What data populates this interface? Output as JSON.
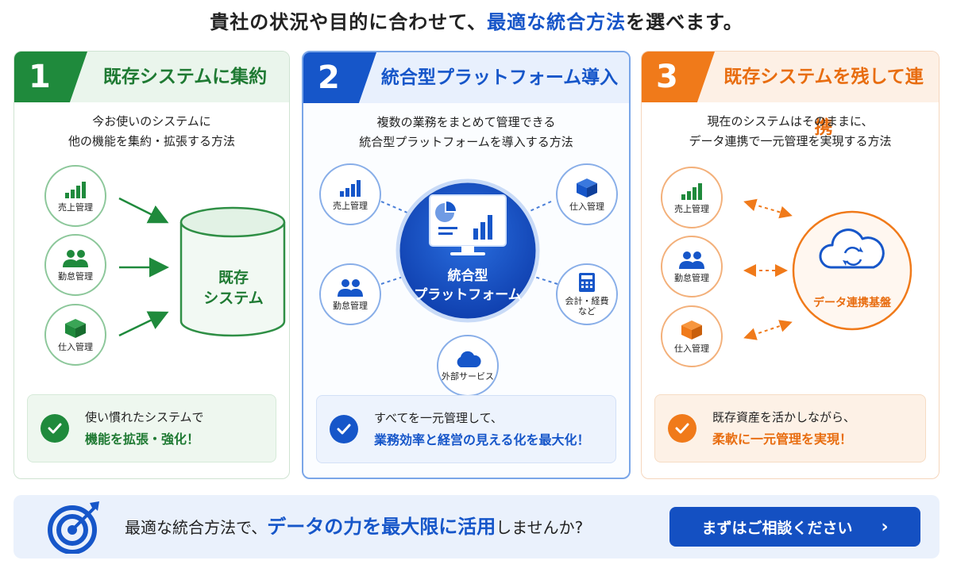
{
  "header": {
    "prefix": "貴社の状況や目的に合わせて、",
    "highlight": "最適な統合方法",
    "suffix": "を選べます。"
  },
  "colors": {
    "green": "#1f8a3c",
    "blue": "#1656c9",
    "orange": "#f07a1a"
  },
  "cards": [
    {
      "number": "1",
      "title": "既存システムに集約",
      "desc_line1": "今お使いのシステムに",
      "desc_line2": "他の機能を集約・拡張する方法",
      "nodes": [
        {
          "label": "売上管理",
          "icon": "bar-chart-icon"
        },
        {
          "label": "勤怠管理",
          "icon": "people-icon"
        },
        {
          "label": "仕入管理",
          "icon": "box-icon"
        }
      ],
      "target_line1": "既存",
      "target_line2": "システム",
      "footer_line1": "使い慣れたシステムで",
      "footer_line2": "機能を拡張・強化！"
    },
    {
      "number": "2",
      "title": "統合型プラットフォーム導入",
      "desc_line1": "複数の業務をまとめて管理できる",
      "desc_line2": "統合型プラットフォームを導入する方法",
      "nodes": [
        {
          "label": "売上管理",
          "icon": "bar-chart-icon"
        },
        {
          "label": "仕入管理",
          "icon": "box-icon"
        },
        {
          "label": "勤怠管理",
          "icon": "people-icon"
        },
        {
          "label": "会計・経費",
          "label2": "など",
          "icon": "calculator-icon"
        },
        {
          "label": "外部サービス",
          "icon": "cloud-icon"
        }
      ],
      "center_line1": "統合型",
      "center_line2": "プラットフォーム",
      "footer_line1": "すべてを一元管理して、",
      "footer_line2": "業務効率と経営の見える化を最大化！"
    },
    {
      "number": "3",
      "title": "既存システムを残して連携",
      "desc_line1": "現在のシステムはそのままに、",
      "desc_line2": "データ連携で一元管理を実現する方法",
      "nodes": [
        {
          "label": "売上管理",
          "icon": "bar-chart-icon"
        },
        {
          "label": "勤怠管理",
          "icon": "people-icon"
        },
        {
          "label": "仕入管理",
          "icon": "box-icon"
        }
      ],
      "hub_label": "データ連携基盤",
      "footer_line1": "既存資産を活かしながら、",
      "footer_line2": "柔軟に一元管理を実現！"
    }
  ],
  "bottom": {
    "prefix": "最適な統合方法で、",
    "highlight": "データの力を最大限に活用",
    "suffix": "しませんか?",
    "cta_label": "まずはご相談ください",
    "cta_icon": "chevron-right-icon",
    "target_icon": "target-icon"
  }
}
